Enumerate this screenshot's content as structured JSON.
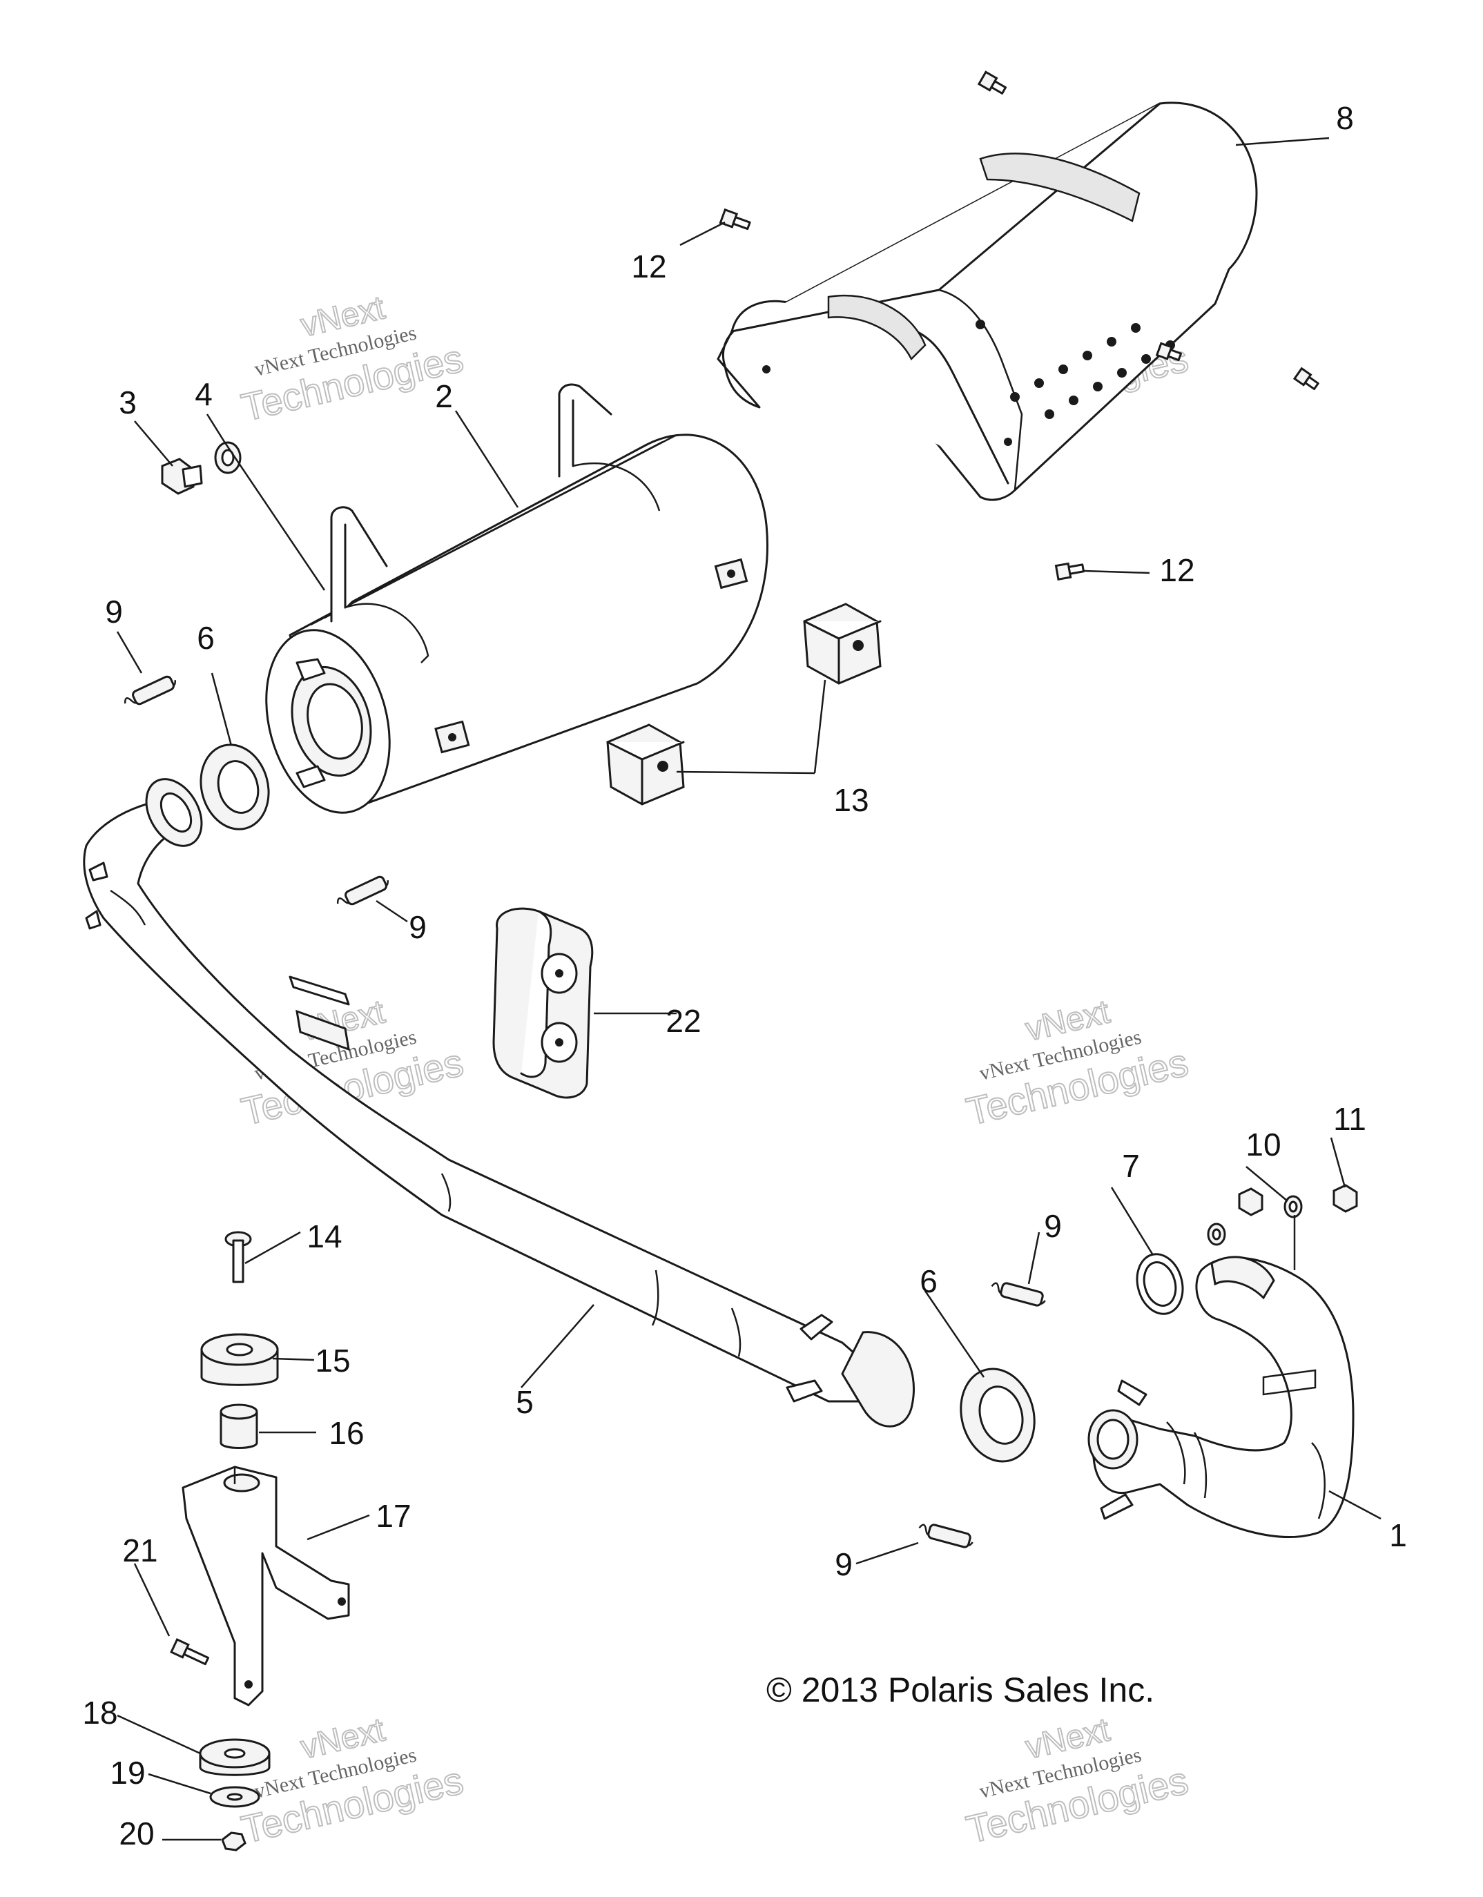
{
  "diagram": {
    "callouts": {
      "c1": "1",
      "c2": "2",
      "c3": "3",
      "c4": "4",
      "c5": "5",
      "c6a": "6",
      "c6b": "6",
      "c7": "7",
      "c8": "8",
      "c9a": "9",
      "c9b": "9",
      "c9c": "9",
      "c9d": "9",
      "c10": "10",
      "c11": "11",
      "c12a": "12",
      "c12b": "12",
      "c13": "13",
      "c14": "14",
      "c15": "15",
      "c16": "16",
      "c17": "17",
      "c18": "18",
      "c19": "19",
      "c20": "20",
      "c21": "21",
      "c22": "22"
    },
    "copyright": "© 2013 Polaris Sales Inc.",
    "watermark": {
      "line_top": "vNext",
      "line_small": "vNext Technologies",
      "line_big": "Technologies"
    }
  }
}
